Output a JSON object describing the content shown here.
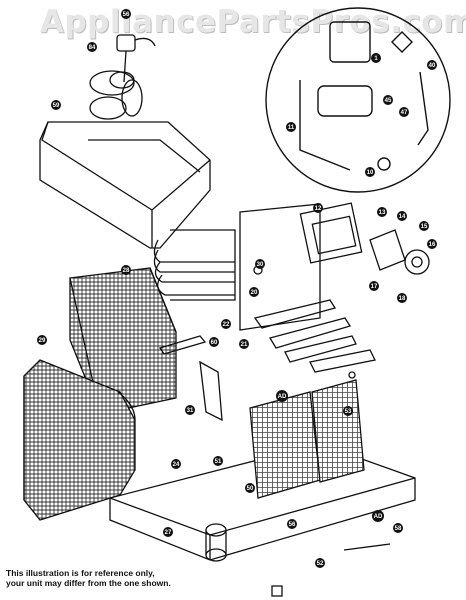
{
  "watermark": "AppliancePartsPros.com",
  "note_line1": "This illustration is for reference only,",
  "note_line2": "your unit may differ from the one shown.",
  "callouts": [
    "56",
    "84",
    "59",
    "1",
    "11",
    "40",
    "45",
    "47",
    "10",
    "13",
    "12",
    "14",
    "15",
    "16",
    "17",
    "18",
    "30",
    "20",
    "22",
    "21",
    "60",
    "28",
    "31",
    "29",
    "24",
    "AD",
    "53",
    "51",
    "50",
    "27",
    "AD",
    "56",
    "52",
    "58"
  ]
}
